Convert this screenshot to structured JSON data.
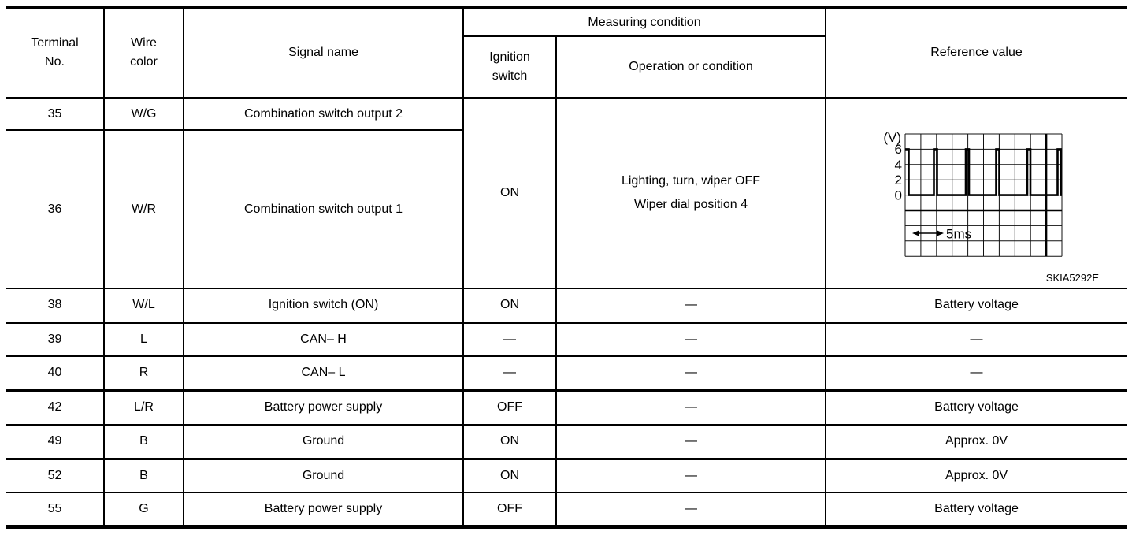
{
  "header": {
    "terminal_no": "Terminal\nNo.",
    "wire_color": "Wire\ncolor",
    "signal_name": "Signal name",
    "measuring_condition": "Measuring condition",
    "ignition_switch": "Ignition\nswitch",
    "operation_or_condition": "Operation or condition",
    "reference_value": "Reference value"
  },
  "merged": {
    "ignition": "ON",
    "operation": "Lighting, turn, wiper OFF\nWiper dial position 4"
  },
  "rows": [
    {
      "terminal": "35",
      "wire": "W/G",
      "signal": "Combination switch output 2"
    },
    {
      "terminal": "36",
      "wire": "W/R",
      "signal": "Combination switch output 1"
    },
    {
      "terminal": "38",
      "wire": "W/L",
      "signal": "Ignition switch (ON)",
      "ignition": "ON",
      "operation": "—",
      "reference": "Battery voltage"
    },
    {
      "terminal": "39",
      "wire": "L",
      "signal": "CAN– H",
      "ignition": "—",
      "operation": "—",
      "reference": "—"
    },
    {
      "terminal": "40",
      "wire": "R",
      "signal": "CAN– L",
      "ignition": "—",
      "operation": "—",
      "reference": "—"
    },
    {
      "terminal": "42",
      "wire": "L/R",
      "signal": "Battery power supply",
      "ignition": "OFF",
      "operation": "—",
      "reference": "Battery voltage"
    },
    {
      "terminal": "49",
      "wire": "B",
      "signal": "Ground",
      "ignition": "ON",
      "operation": "—",
      "reference": "Approx. 0V"
    },
    {
      "terminal": "52",
      "wire": "B",
      "signal": "Ground",
      "ignition": "ON",
      "operation": "—",
      "reference": "Approx. 0V"
    },
    {
      "terminal": "55",
      "wire": "G",
      "signal": "Battery power supply",
      "ignition": "OFF",
      "operation": "—",
      "reference": "Battery voltage"
    }
  ],
  "waveform": {
    "type": "line",
    "y_unit": "(V)",
    "y_ticks": [
      "6",
      "4",
      "2",
      "0"
    ],
    "time_div_label": "5ms",
    "figure_code": "SKIA5292E",
    "description": "0–6 V pulse train; narrow 6 V pulses repeating about every 2 grid divisions (1 division = 5 ms)",
    "grid": {
      "cols": 10,
      "rows": 8
    },
    "y_range": [
      0,
      6
    ]
  }
}
